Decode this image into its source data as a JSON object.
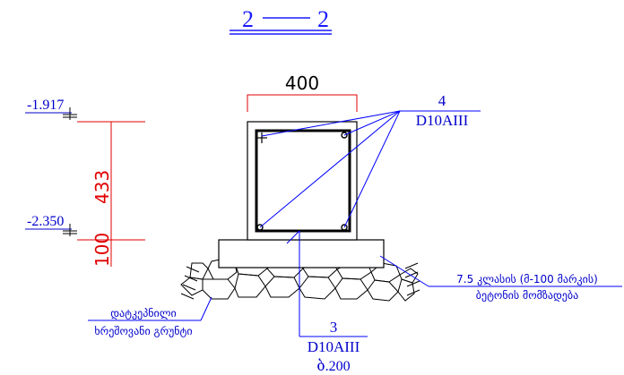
{
  "section": {
    "left": "2",
    "right": "2"
  },
  "elevations": {
    "top": "-1.917",
    "bottom": "-2.350"
  },
  "dimensions": {
    "width": "400",
    "height_main": "433",
    "height_base": "100"
  },
  "rebar_top": {
    "count": "4",
    "spec": "D10AIII"
  },
  "rebar_stirrup": {
    "count": "3",
    "spec": "D10AIII",
    "spacing": "ბ.200"
  },
  "concrete_prep": {
    "line1": "7.5 კლასის (მ-100 მარკის)",
    "line2": "ბეტონის მომზადება"
  },
  "soil": {
    "line1": "დატკეპნილი",
    "line2": "ხრეშოვანი გრუნტი"
  },
  "colors": {
    "section_title": "#1a1aff",
    "annotation": "#0000cc",
    "dimension": "#e00000",
    "structure": "#000000",
    "leader": "#0000ff"
  }
}
